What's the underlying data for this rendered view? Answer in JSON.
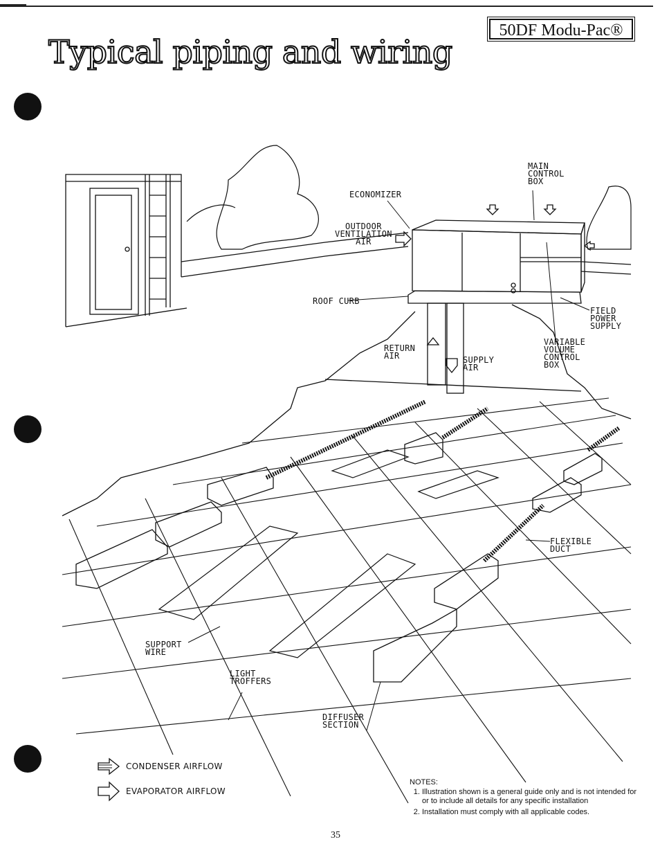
{
  "header": {
    "badge": "50DF Modu-Pac®",
    "title": "Typical piping and wiring"
  },
  "labels": {
    "economizer": "ECONOMIZER",
    "main_control_box": "MAIN\nCONTROL\nBOX",
    "outdoor_ventilation_air": "OUTDOOR\nVENTILATION\nAIR",
    "roof_curb": "ROOF CURB",
    "field_power_supply": "FIELD\nPOWER\nSUPPLY",
    "return_air": "RETURN\nAIR",
    "supply_air": "SUPPLY\nAIR",
    "variable_volume_control_box": "VARIABLE\nVOLUME\nCONTROL\nBOX",
    "flexible_duct": "FLEXIBLE\nDUCT",
    "support_wire": "SUPPORT\nWIRE",
    "light_troffers": "LIGHT\nTROFFERS",
    "diffuser_section": "DIFFUSER\nSECTION"
  },
  "legend": {
    "condenser": "CONDENSER AIRFLOW",
    "evaporator": "EVAPORATOR AIRFLOW"
  },
  "notes": {
    "title": "NOTES:",
    "items": [
      "Illustration shown is a general guide only and is not intended for or to include all details for any specific installation",
      "Installation must comply with all applicable codes."
    ]
  },
  "page_number": "35"
}
